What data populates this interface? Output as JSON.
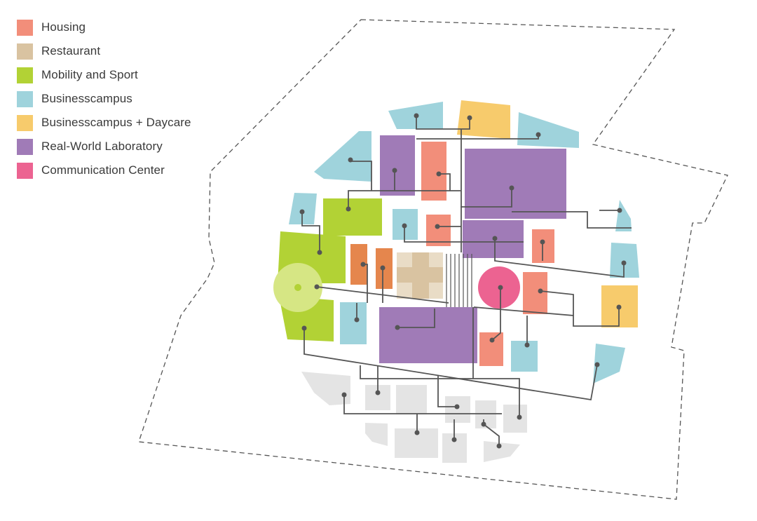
{
  "legend": {
    "items": [
      {
        "key": "housing",
        "label": "Housing",
        "color": "#f28e7a"
      },
      {
        "key": "restaurant",
        "label": "Restaurant",
        "color": "#d9c3a1"
      },
      {
        "key": "mobility",
        "label": "Mobility and Sport",
        "color": "#b2d235"
      },
      {
        "key": "business",
        "label": "Businesscampus",
        "color": "#9fd3dc"
      },
      {
        "key": "daycare",
        "label": "Businesscampus + Daycare",
        "color": "#f7cb6c"
      },
      {
        "key": "lab",
        "label": "Real-World Laboratory",
        "color": "#a07bb7"
      },
      {
        "key": "comm",
        "label": "Communication Center",
        "color": "#ec6391"
      }
    ]
  },
  "colors": {
    "boundary": "#555555",
    "network": "#555555",
    "future_lot": "#e4e4e4",
    "mobility_hub": "#d6e684",
    "mobility_hub_core": "#b2d235",
    "workshop": "#e5864d",
    "restaurant_light": "#e9dcc6"
  }
}
